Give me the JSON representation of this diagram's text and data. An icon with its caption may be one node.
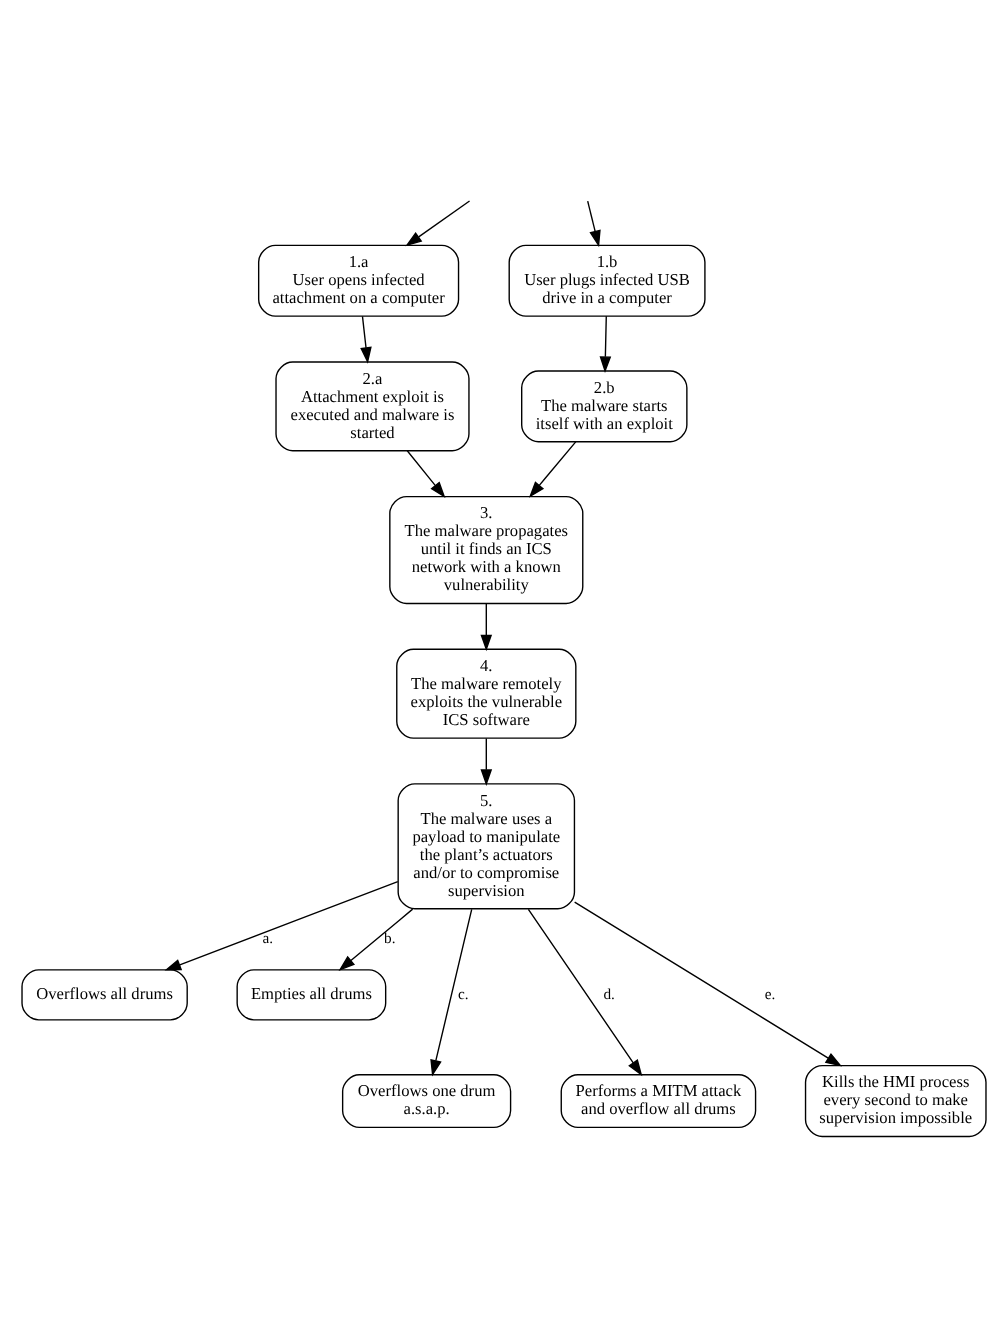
{
  "diagram": {
    "nodes": [
      {
        "text": [
          "1.a",
          "User opens infected attachment on a computer"
        ]
      },
      {
        "text": [
          "1.b",
          "User plugs infected USB drive in a computer"
        ]
      },
      {
        "text": [
          "2.a",
          "Attachment exploit is executed and malware is started"
        ]
      },
      {
        "text": [
          "2.b",
          "The malware starts itself with an exploit"
        ]
      },
      {
        "text": [
          "3.",
          "The malware propagates until it finds an ICS network with a known vulnerability"
        ]
      },
      {
        "text": [
          "4.",
          "The malware remotely exploits the vulnerable ICS software"
        ]
      },
      {
        "text": [
          "5.",
          "The malware uses a payload to manipulate the plant’s actuators and/or to compromise supervision"
        ]
      },
      {
        "text": [
          "Overflows all drums"
        ]
      },
      {
        "text": [
          "Empties all drums"
        ]
      },
      {
        "text": [
          "Overflows one drum a.s.a.p."
        ]
      },
      {
        "text": [
          "Performs a MITM attack and overflow all drums"
        ]
      },
      {
        "text": [
          "Kills the HMI process every second to make supervision impossible"
        ]
      }
    ],
    "edges": [
      {
        "from": null,
        "to": 0,
        "arrow": "to"
      },
      {
        "from": null,
        "to": 1,
        "arrow": "to"
      },
      {
        "from": 0,
        "to": 2,
        "arrow": "to"
      },
      {
        "from": 1,
        "to": 3,
        "arrow": "to"
      },
      {
        "from": 2,
        "to": 4,
        "arrow": "to"
      },
      {
        "from": 3,
        "to": 4,
        "arrow": "to"
      },
      {
        "from": 4,
        "to": 5,
        "arrow": "to"
      },
      {
        "from": 5,
        "to": 6,
        "arrow": "to"
      },
      {
        "from": 6,
        "to": 7,
        "arrow": "to",
        "label": "a."
      },
      {
        "from": 6,
        "to": 8,
        "arrow": "to",
        "label": "b."
      },
      {
        "from": 6,
        "to": 9,
        "arrow": "to",
        "label": "c."
      },
      {
        "from": 6,
        "to": 10,
        "arrow": "to",
        "label": "d."
      },
      {
        "from": 6,
        "to": 11,
        "arrow": "to",
        "label": "e."
      }
    ]
  }
}
